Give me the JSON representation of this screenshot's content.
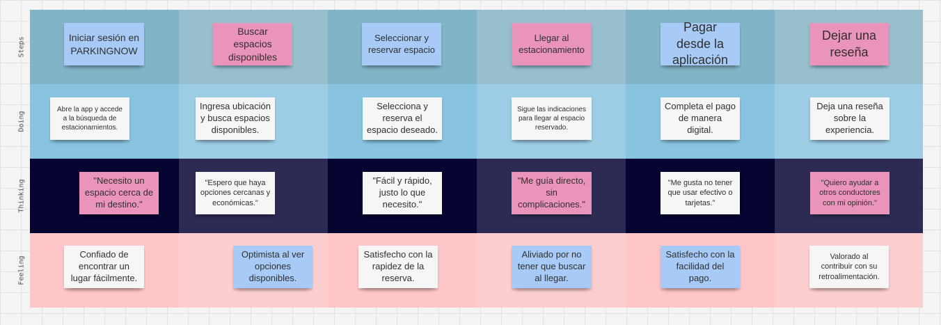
{
  "colors": {
    "canvas": "#f4f4f4",
    "row_steps": [
      "#81b4c6",
      "#97bfce"
    ],
    "row_doing": [
      "#88c3e0",
      "#9ccde4"
    ],
    "row_thinking": [
      "#060531",
      "#2d2b54"
    ],
    "row_feeling": [
      "#fec6c8",
      "#fcced0"
    ],
    "note_blue": "#a7cbf6",
    "note_pink": "#ea94bb",
    "note_white": "#f6f6f6"
  },
  "rows": [
    {
      "label": "Steps",
      "cells": [
        {
          "text": "Iniciar sesión en PARKINGNOW",
          "color": "blue"
        },
        {
          "text": "Buscar espacios disponibles",
          "color": "pink"
        },
        {
          "text": "Seleccionar y reservar espacio",
          "color": "blue"
        },
        {
          "text": "Llegar al estacionamiento",
          "color": "pink"
        },
        {
          "text": "Pagar desde la aplicación",
          "color": "blue"
        },
        {
          "text": "Dejar una reseña",
          "color": "pink"
        }
      ]
    },
    {
      "label": "Doing",
      "cells": [
        {
          "text": "Abre la app y accede a la búsqueda de estacionamientos.",
          "color": "white"
        },
        {
          "text": "Ingresa ubicación y busca espacios disponibles.",
          "color": "white"
        },
        {
          "text": "Selecciona y reserva el espacio deseado.",
          "color": "white"
        },
        {
          "text": "Sigue las indicaciones para llegar al espacio reservado.",
          "color": "white"
        },
        {
          "text": "Completa el pago de manera digital.",
          "color": "white"
        },
        {
          "text": "Deja una reseña sobre la experiencia.",
          "color": "white"
        }
      ]
    },
    {
      "label": "Thinking",
      "cells": [
        {
          "text": "\"Necesito un espacio cerca de mi destino.\"",
          "color": "pink"
        },
        {
          "text": "\"Espero que haya opciones cercanas y económicas.\"",
          "color": "white"
        },
        {
          "text": "\"Fácil y rápido, justo lo que necesito.\"",
          "color": "white"
        },
        {
          "text": "\"Me guía directo, sin complicaciones.\"",
          "color": "pink"
        },
        {
          "text": "\"Me gusta no tener que usar efectivo o tarjetas.\"",
          "color": "white"
        },
        {
          "text": "\"Quiero ayudar a otros conductores con mi opinión.\"",
          "color": "pink"
        }
      ]
    },
    {
      "label": "Feeling",
      "cells": [
        {
          "text": "Confiado de encontrar un lugar fácilmente.",
          "color": "white"
        },
        {
          "text": "Optimista al ver opciones disponibles.",
          "color": "blue"
        },
        {
          "text": "Satisfecho con la rapidez de la reserva.",
          "color": "white"
        },
        {
          "text": "Aliviado por no tener que buscar al llegar.",
          "color": "blue"
        },
        {
          "text": "Satisfecho con la facilidad del pago.",
          "color": "blue"
        },
        {
          "text": "Valorado al contribuir con su retroalimentación.",
          "color": "white"
        }
      ]
    }
  ]
}
